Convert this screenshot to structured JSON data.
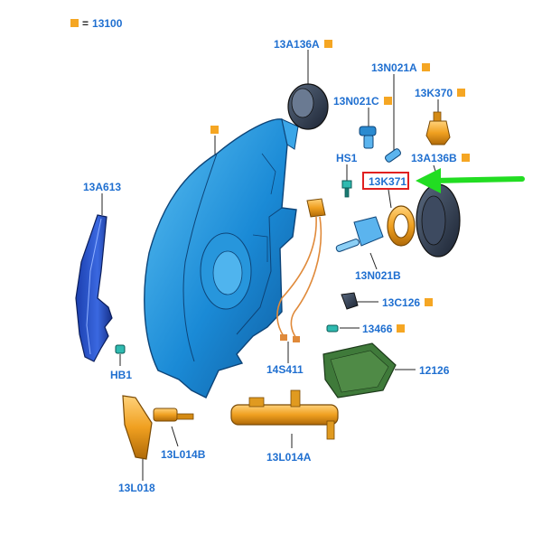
{
  "legend": {
    "square": "■",
    "eq": "=",
    "code": "13100"
  },
  "parts": {
    "p13A136A": "13A136A",
    "p13N021A": "13N021A",
    "p13K370": "13K370",
    "p13N021C": "13N021C",
    "p13A136B": "13A136B",
    "pHS1": "HS1",
    "p13K371": "13K371",
    "p13A613": "13A613",
    "p13N021B": "13N021B",
    "p13C126": "13C126",
    "p13466": "13466",
    "p14S411": "14S411",
    "p12126": "12126",
    "pHB1": "HB1",
    "p13L014B": "13L014B",
    "p13L014A": "13L014A",
    "p13L018": "13L018"
  },
  "colors": {
    "label": "#1f6fd0",
    "marker": "#f5a623",
    "highlight": "#e02020",
    "arrow": "#22dd22",
    "housing": "#1e90d8",
    "amber": "#f0a020",
    "green_module": "#3f7a3a"
  }
}
